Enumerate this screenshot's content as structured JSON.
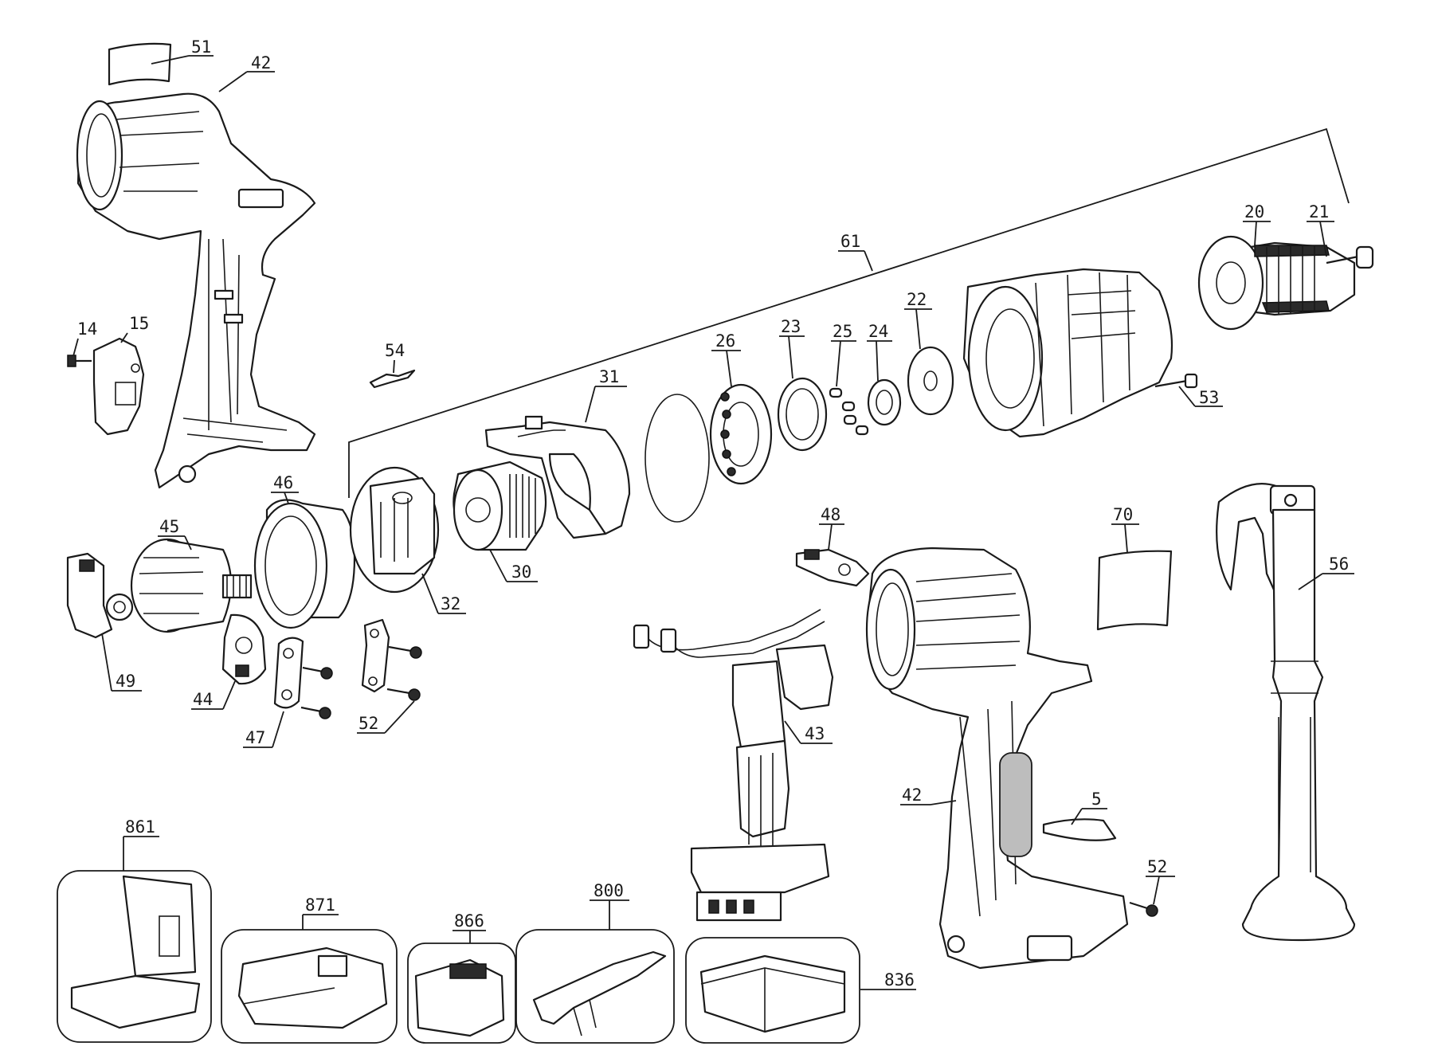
{
  "callouts": [
    {
      "id": "c51",
      "label": "51"
    },
    {
      "id": "c42a",
      "label": "42"
    },
    {
      "id": "c14",
      "label": "14"
    },
    {
      "id": "c15",
      "label": "15"
    },
    {
      "id": "c54",
      "label": "54"
    },
    {
      "id": "c61",
      "label": "61"
    },
    {
      "id": "c20",
      "label": "20"
    },
    {
      "id": "c21",
      "label": "21"
    },
    {
      "id": "c22",
      "label": "22"
    },
    {
      "id": "c24",
      "label": "24"
    },
    {
      "id": "c25",
      "label": "25"
    },
    {
      "id": "c23",
      "label": "23"
    },
    {
      "id": "c26",
      "label": "26"
    },
    {
      "id": "c31",
      "label": "31"
    },
    {
      "id": "c53",
      "label": "53"
    },
    {
      "id": "c46",
      "label": "46"
    },
    {
      "id": "c45",
      "label": "45"
    },
    {
      "id": "c30",
      "label": "30"
    },
    {
      "id": "c32",
      "label": "32"
    },
    {
      "id": "c48",
      "label": "48"
    },
    {
      "id": "c70",
      "label": "70"
    },
    {
      "id": "c56",
      "label": "56"
    },
    {
      "id": "c49",
      "label": "49"
    },
    {
      "id": "c44",
      "label": "44"
    },
    {
      "id": "c47",
      "label": "47"
    },
    {
      "id": "c52a",
      "label": "52"
    },
    {
      "id": "c43",
      "label": "43"
    },
    {
      "id": "c42b",
      "label": "42"
    },
    {
      "id": "c5",
      "label": "5"
    },
    {
      "id": "c52b",
      "label": "52"
    },
    {
      "id": "c861",
      "label": "861"
    },
    {
      "id": "c871",
      "label": "871"
    },
    {
      "id": "c866",
      "label": "866"
    },
    {
      "id": "c800",
      "label": "800"
    },
    {
      "id": "c836",
      "label": "836"
    }
  ]
}
